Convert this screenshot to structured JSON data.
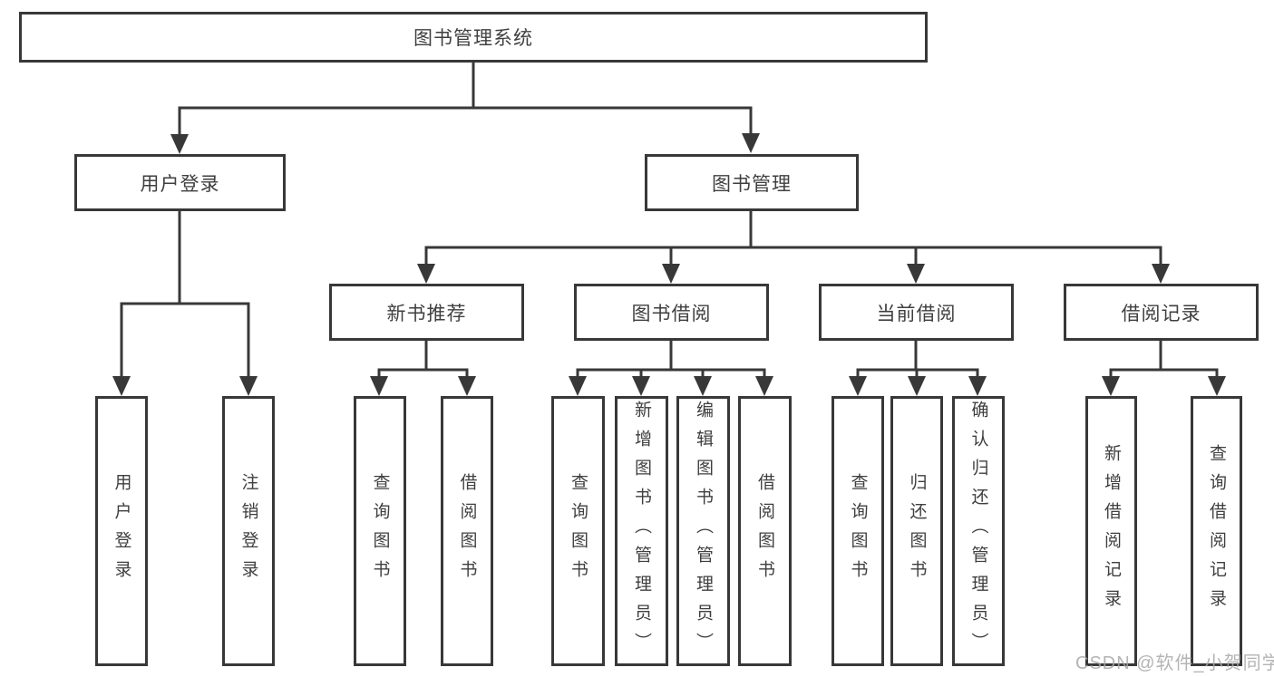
{
  "diagram": {
    "type": "hierarchy-tree",
    "title": "图书管理系统",
    "colors": {
      "background": "#ffffff",
      "line": "#383838",
      "box_border": "#383838",
      "text": "#3f3f3f",
      "watermark": "#a7a7a7"
    }
  },
  "nodes": {
    "root": {
      "label": "图书管理系统"
    },
    "user_login": {
      "label": "用户登录"
    },
    "book_mgmt": {
      "label": "图书管理"
    },
    "new_book_rec": {
      "label": "新书推荐"
    },
    "book_borrow": {
      "label": "图书借阅"
    },
    "current_borrow": {
      "label": "当前借阅"
    },
    "borrow_record": {
      "label": "借阅记录"
    },
    "ul_login": {
      "label": "用户登录"
    },
    "ul_logout": {
      "label": "注销登录"
    },
    "nb_query": {
      "label": "查询图书"
    },
    "nb_borrow": {
      "label": "借阅图书"
    },
    "bb_query": {
      "label": "查询图书"
    },
    "bb_add": {
      "label": "新增图书（管理员）"
    },
    "bb_edit": {
      "label": "编辑图书（管理员）"
    },
    "bb_borrow": {
      "label": "借阅图书"
    },
    "cb_query": {
      "label": "查询图书"
    },
    "cb_return": {
      "label": "归还图书"
    },
    "cb_confirm": {
      "label": "确认归还（管理员）"
    },
    "br_add": {
      "label": "新增借阅记录"
    },
    "br_query": {
      "label": "查询借阅记录"
    }
  },
  "edges": [
    [
      "root",
      "user_login"
    ],
    [
      "root",
      "book_mgmt"
    ],
    [
      "user_login",
      "ul_login"
    ],
    [
      "user_login",
      "ul_logout"
    ],
    [
      "book_mgmt",
      "new_book_rec"
    ],
    [
      "book_mgmt",
      "book_borrow"
    ],
    [
      "book_mgmt",
      "current_borrow"
    ],
    [
      "book_mgmt",
      "borrow_record"
    ],
    [
      "new_book_rec",
      "nb_query"
    ],
    [
      "new_book_rec",
      "nb_borrow"
    ],
    [
      "book_borrow",
      "bb_query"
    ],
    [
      "book_borrow",
      "bb_add"
    ],
    [
      "book_borrow",
      "bb_edit"
    ],
    [
      "book_borrow",
      "bb_borrow"
    ],
    [
      "current_borrow",
      "cb_query"
    ],
    [
      "current_borrow",
      "cb_return"
    ],
    [
      "current_borrow",
      "cb_confirm"
    ],
    [
      "borrow_record",
      "br_add"
    ],
    [
      "borrow_record",
      "br_query"
    ]
  ],
  "watermark": "CSDN @软件_小贺同学"
}
